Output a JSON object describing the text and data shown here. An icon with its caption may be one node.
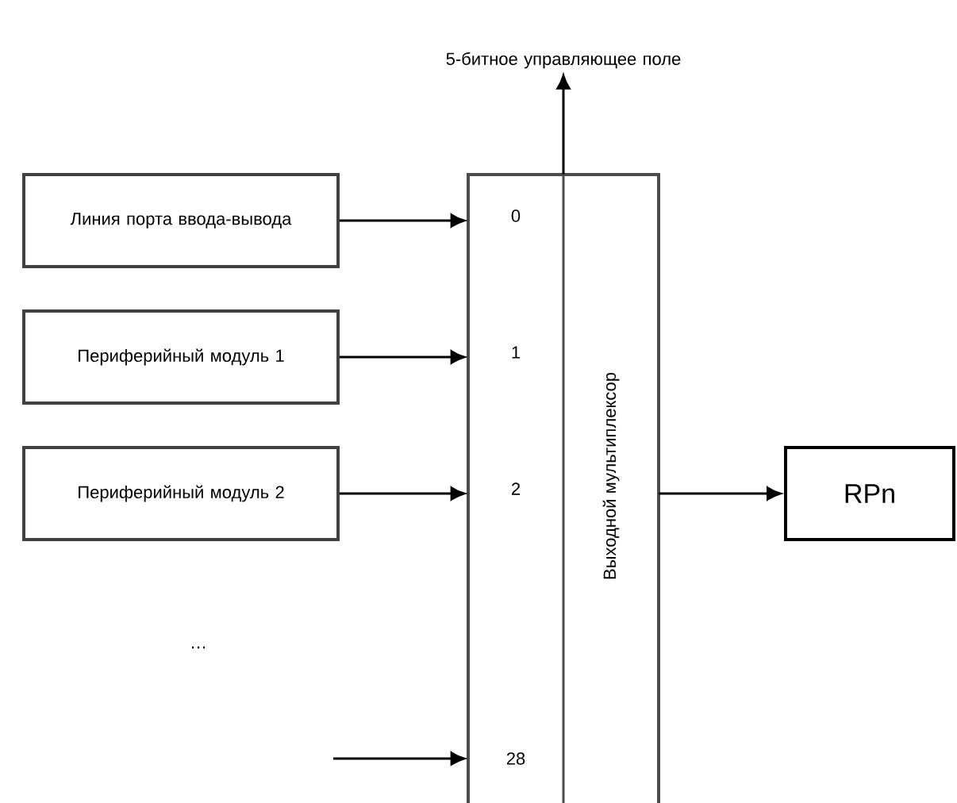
{
  "diagram": {
    "nodes": [
      {
        "text": [
          "5-битное управляющее поле"
        ]
      },
      {
        "text": [
          "Линия порта ввода-вывода"
        ]
      },
      {
        "text": [
          "Периферийный модуль 1"
        ]
      },
      {
        "text": [
          "Периферийный модуль 2"
        ]
      },
      {
        "text": [
          "Выходной мультиплексор"
        ]
      },
      {
        "text": [
          "RPn"
        ]
      }
    ],
    "edges": [
      {
        "from": 4,
        "to": 0,
        "arrow": "to"
      },
      {
        "from": 1,
        "to": 4,
        "arrow": "to"
      },
      {
        "from": 2,
        "to": 4,
        "arrow": "to"
      },
      {
        "from": 3,
        "to": 4,
        "arrow": "to"
      },
      {
        "from": null,
        "to": 4,
        "arrow": "to"
      },
      {
        "from": 4,
        "to": 5,
        "arrow": "to"
      }
    ],
    "labels": [
      "0",
      "1",
      "2",
      "…",
      "28"
    ]
  }
}
